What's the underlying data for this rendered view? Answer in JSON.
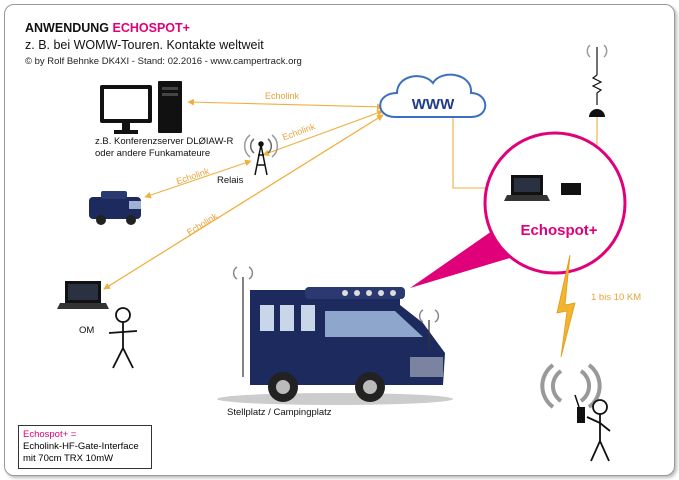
{
  "title_prefix": "ANWENDUNG ",
  "title_accent": "ECHOSPOT+",
  "subtitle": "z. B. bei WOMW-Touren. Kontakte weltweit",
  "copyright": "© by Rolf Behnke DK4XI - Stand: 02.2016 - www.campertrack.org",
  "cloud_label": "WWW",
  "server_label_1": "z.B. Konferenzserver DLØIAW-R",
  "server_label_2": "oder andere Funkamateure",
  "relais_label": "Relais",
  "om_label": "OM",
  "camping_label": "Stellplatz / Campingplatz",
  "echospot_label": "Echospot+",
  "range_label": "1 bis 10 KM",
  "echolink_labels": [
    "Echolink",
    "Echolink",
    "Echolink",
    "Echolink"
  ],
  "legend": {
    "line1": "Echospot+ =",
    "line2": "Echolink-HF-Gate-Interface",
    "line3": "mit 70cm TRX 10mW"
  },
  "colors": {
    "accent": "#e0007a",
    "link": "#f0b040",
    "cloud_text": "#1f3b8a",
    "van": "#1c2a5e"
  }
}
